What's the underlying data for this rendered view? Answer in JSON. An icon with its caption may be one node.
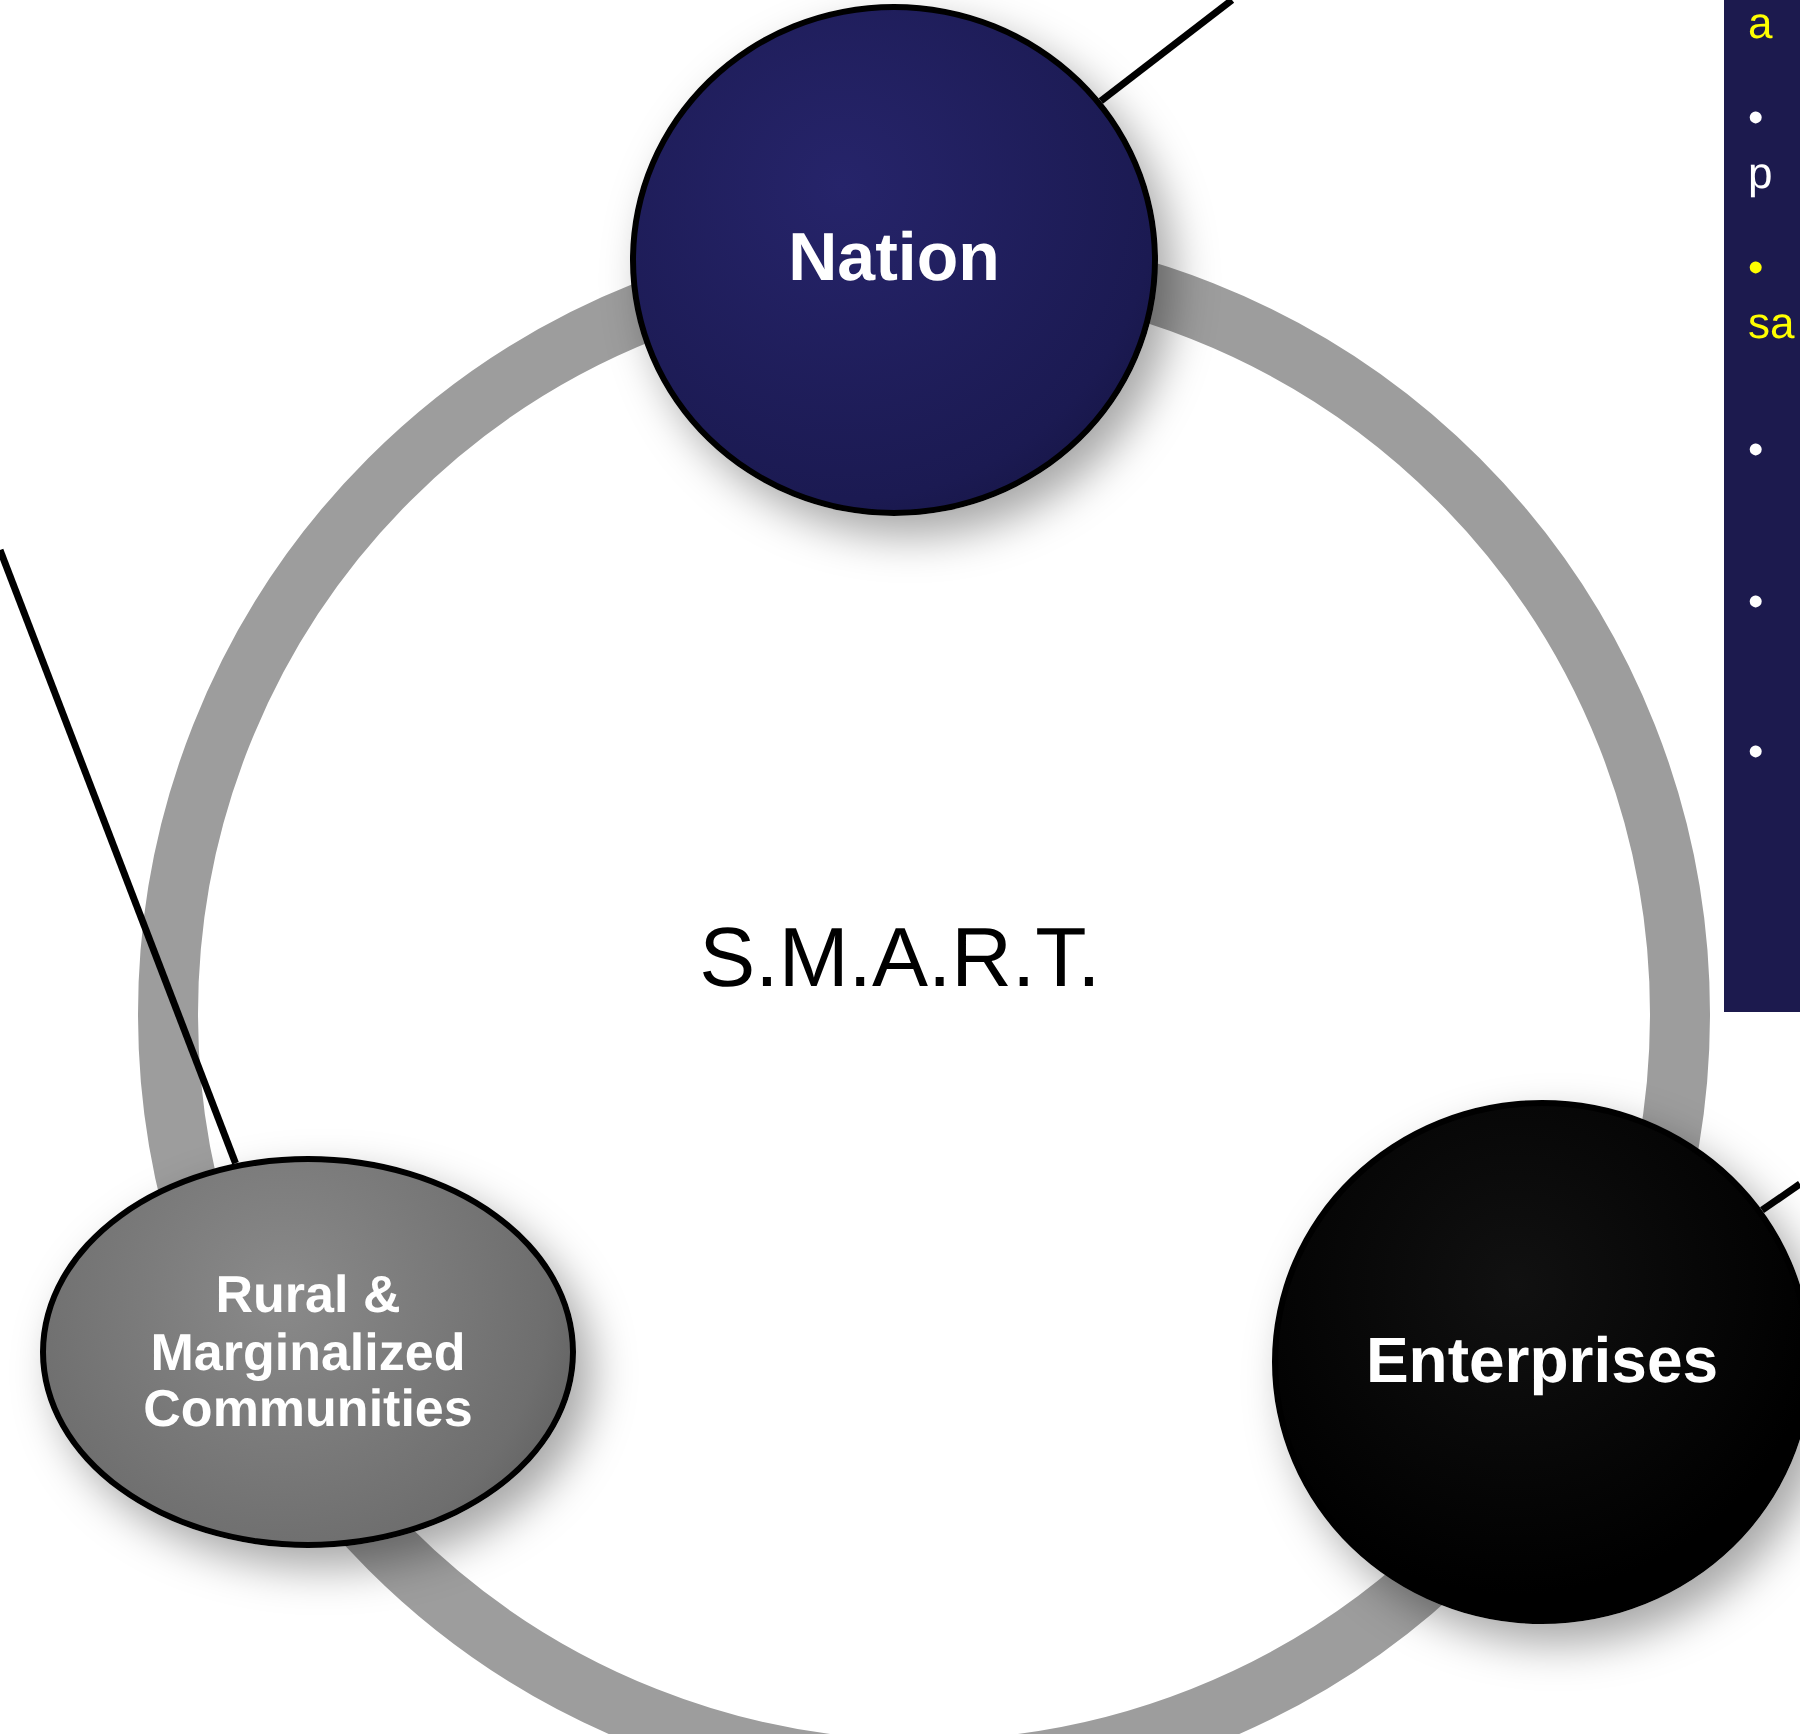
{
  "diagram": {
    "nodes": [
      {
        "text": [
          "Nation"
        ]
      },
      {
        "text": [
          "a",
          "• p",
          "• sa",
          "•",
          "•",
          "•"
        ]
      },
      {
        "text": [
          "Rural & Marginalized Communities"
        ]
      },
      {
        "text": [
          "Enterprises"
        ]
      }
    ],
    "edges": [
      {
        "from": 0,
        "to": null,
        "arrow": "none"
      },
      {
        "from": 2,
        "to": null,
        "arrow": "none"
      },
      {
        "from": 3,
        "to": null,
        "arrow": "none"
      }
    ],
    "labels": [
      "S.M.A.R.T."
    ]
  }
}
